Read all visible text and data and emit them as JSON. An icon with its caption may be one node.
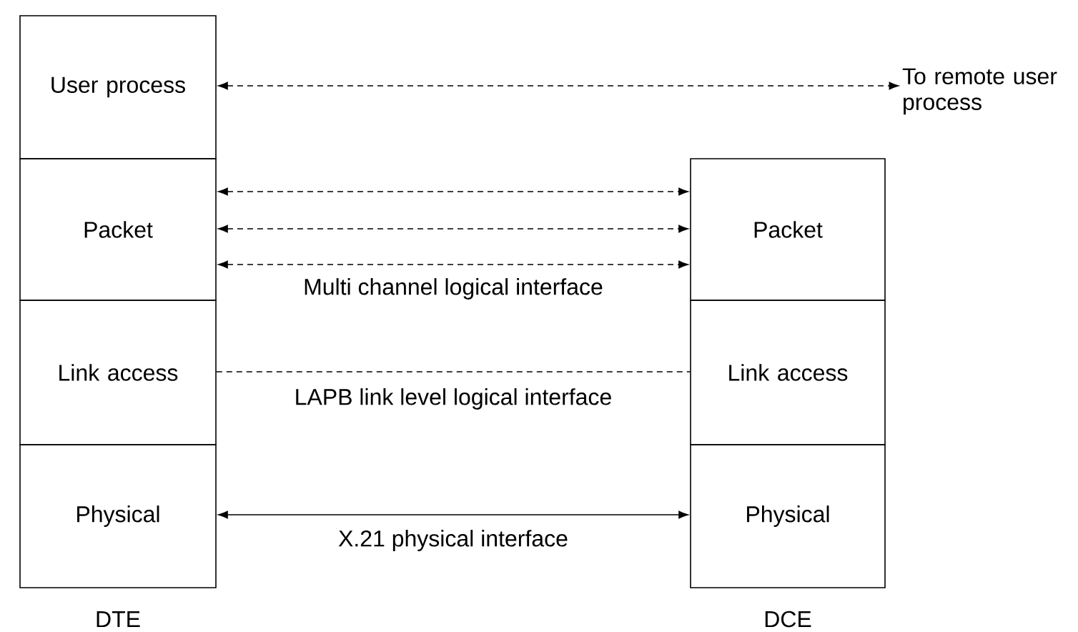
{
  "diagram": {
    "nodes": [
      {
        "text": [
          "User process"
        ]
      },
      {
        "text": [
          "Packet"
        ]
      },
      {
        "text": [
          "Link access"
        ]
      },
      {
        "text": [
          "Physical"
        ]
      },
      {
        "text": [
          "Packet"
        ]
      },
      {
        "text": [
          "Link access"
        ]
      },
      {
        "text": [
          "Physical"
        ]
      },
      {
        "text": [
          "To remote user process"
        ]
      }
    ],
    "edges": [
      {
        "from": 0,
        "to": 7,
        "arrow": "both",
        "style": "dashed"
      },
      {
        "from": 1,
        "to": 4,
        "arrow": "both",
        "style": "dashed"
      },
      {
        "from": 1,
        "to": 4,
        "arrow": "both",
        "style": "dashed"
      },
      {
        "from": 1,
        "to": 4,
        "arrow": "both",
        "style": "dashed",
        "label": "Multi channel logical interface"
      },
      {
        "from": 2,
        "to": 5,
        "arrow": "none",
        "style": "dashed",
        "label": "LAPB link level logical interface"
      },
      {
        "from": 3,
        "to": 6,
        "arrow": "both",
        "label": "X.21 physical interface"
      }
    ],
    "labels": [
      "DTE",
      "DCE"
    ]
  }
}
